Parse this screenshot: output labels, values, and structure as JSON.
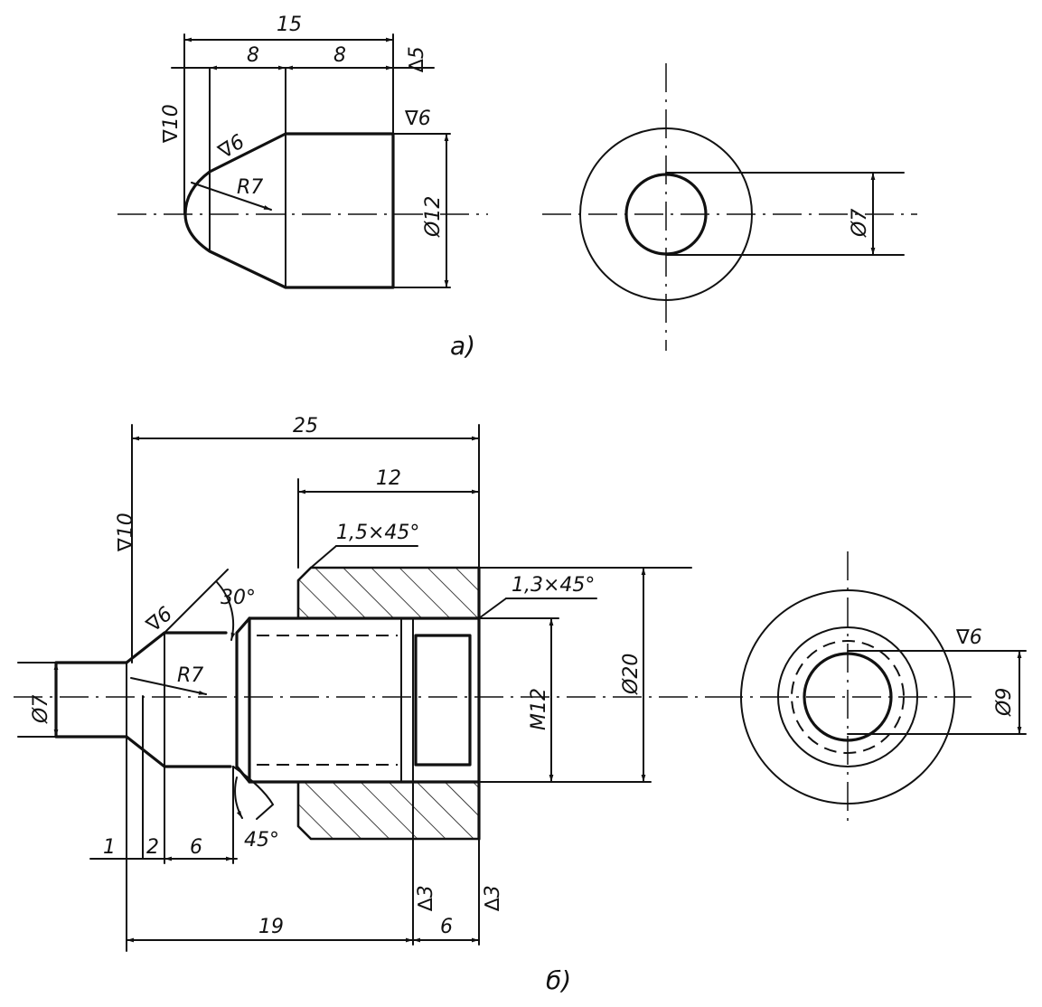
{
  "view_a": {
    "dims": {
      "overall_length": "15",
      "chamfer_len": "8",
      "body_len": "8",
      "surface_top": "∆5",
      "surface_left": "∇10",
      "surface_cone": "∇6",
      "surface_right": "∇6",
      "radius": "R7",
      "diameter": "Ø12"
    },
    "end_view": {
      "diameter": "Ø7"
    },
    "label": "а)"
  },
  "view_b": {
    "dims": {
      "overall_length": "25",
      "bore_len": "12",
      "chamfer_outer": "1,5×45°",
      "chamfer_inner": "1,3×45°",
      "angle_30": "30°",
      "surface_left": "∇10",
      "surface_cone": "∇6",
      "radius": "R7",
      "pin_diameter": "Ø7",
      "thread": "M12",
      "outer_diameter": "Ø20",
      "angle_45": "45°",
      "len_1": "1",
      "len_2": "2",
      "len_6": "6",
      "surface_a": "∆3",
      "surface_b": "∆3",
      "len_19": "19",
      "len_6b": "6"
    },
    "end_view": {
      "surface": "∇6",
      "diameter": "Ø9"
    },
    "label": "б)"
  },
  "colors": {
    "ink": "#111111",
    "paper": "#ffffff"
  }
}
